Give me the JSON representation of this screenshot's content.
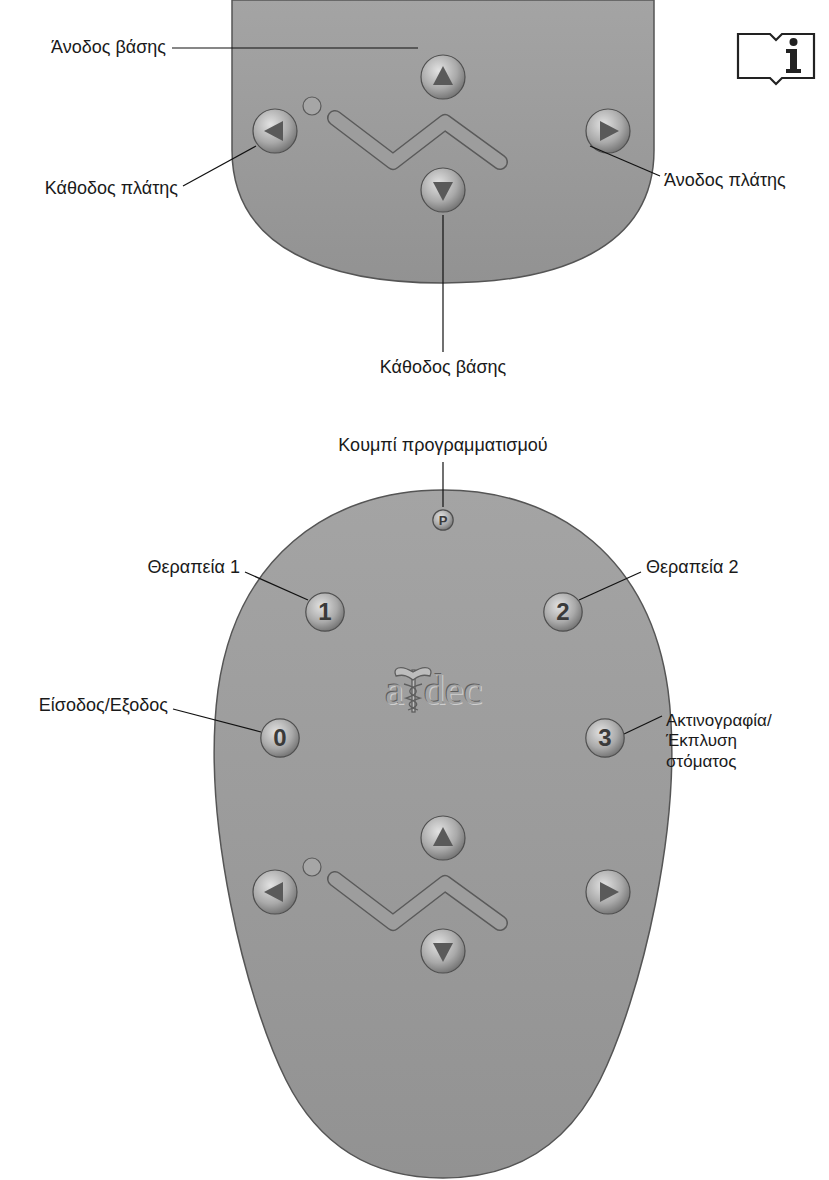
{
  "diagram": {
    "nodes": [
      {
        "text": [
          "P"
        ]
      },
      {
        "text": [
          "1"
        ]
      },
      {
        "text": [
          "2"
        ]
      },
      {
        "text": [
          "0"
        ]
      },
      {
        "text": [
          "3"
        ]
      }
    ],
    "labels": [
      "Άνοδος βάσης",
      "Κάθοδος πλάτης",
      "Άνοδος πλάτης",
      "Κάθοδος βάσης",
      "Κουμπί προγραμματισμού",
      "Θεραπεία 1",
      "Θεραπεία 2",
      "Είσοδος/Εξοδος",
      "Ακτινογραφία/ Έκπλυση στόματος",
      "a",
      "dec"
    ]
  }
}
